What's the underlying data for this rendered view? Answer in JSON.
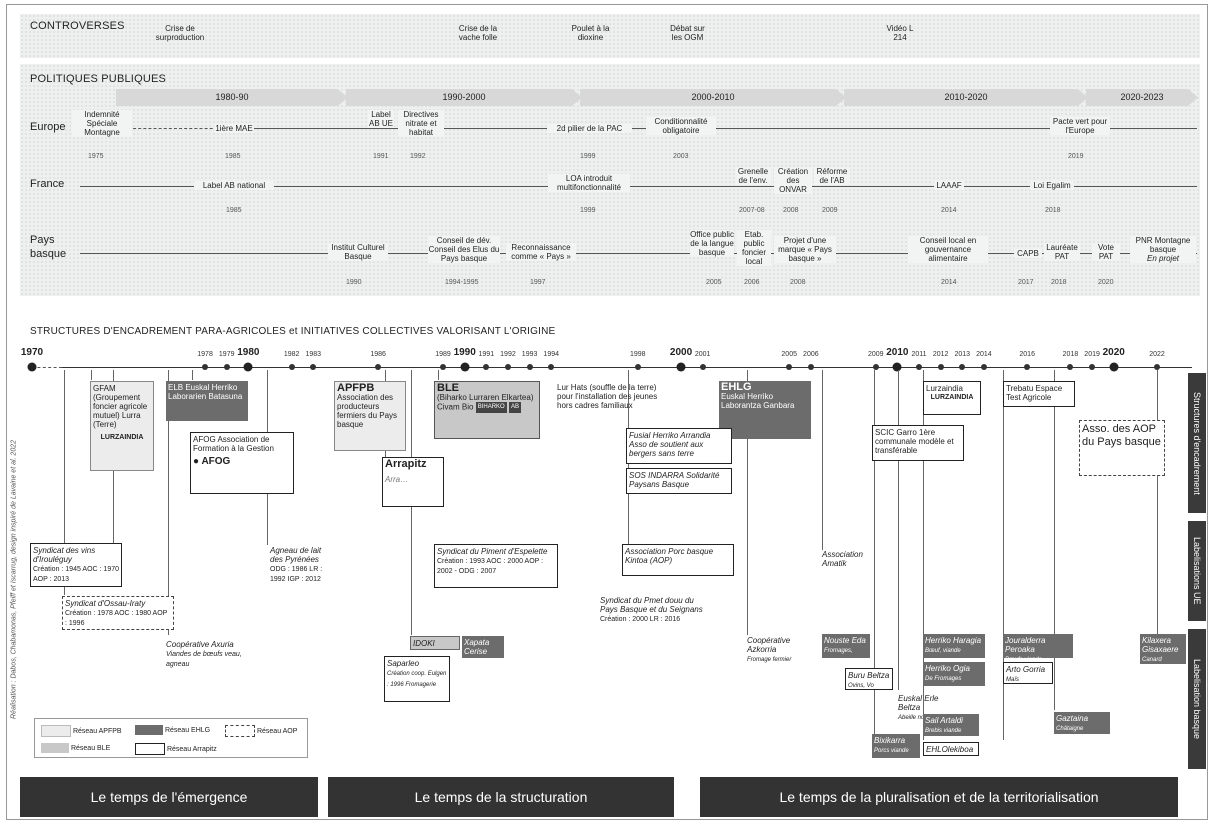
{
  "sections": {
    "controverses": "CONTROVERSES",
    "politiques": "POLITIQUES PUBLIQUES",
    "structures": "STRUCTURES D'ENCADREMENT PARA-AGRICOLES et INITIATIVES COLLECTIVES VALORISANT L'ORIGINE"
  },
  "controversies": [
    {
      "label": "Crise de surproduction"
    },
    {
      "label": "Crise de la vache folle"
    },
    {
      "label": "Poulet à la dioxine"
    },
    {
      "label": "Débat sur les OGM"
    },
    {
      "label": "Vidéo L 214"
    }
  ],
  "eras": [
    "1980-90",
    "1990-2000",
    "2000-2010",
    "2010-2020",
    "2020-2023"
  ],
  "rows": {
    "europe": "Europe",
    "france": "France",
    "pays_basque": "Pays basque"
  },
  "europe": [
    {
      "label": "Indemnité Spéciale Montagne",
      "year": "1975"
    },
    {
      "label": "1ière MAE",
      "year": "1985"
    },
    {
      "label": "Label AB UE",
      "year": "1991"
    },
    {
      "label": "Directives nitrate et habitat",
      "year": "1992"
    },
    {
      "label": "2d pilier de la PAC",
      "year": "1999"
    },
    {
      "label": "Conditionnalité obligatoire",
      "year": "2003"
    },
    {
      "label": "Pacte vert pour l'Europe",
      "year": "2019"
    }
  ],
  "france": [
    {
      "label": "Label AB national",
      "year": "1985"
    },
    {
      "label": "LOA introduit multifonctionnalité",
      "year": "1999"
    },
    {
      "label": "Grenelle de l'env.",
      "year": "2007-08"
    },
    {
      "label": "Création des ONVAR",
      "year": "2008"
    },
    {
      "label": "Réforme de l'AB",
      "year": "2009"
    },
    {
      "label": "LAAAF",
      "year": "2014"
    },
    {
      "label": "Loi Egalim",
      "year": "2018"
    }
  ],
  "pays_basque": [
    {
      "label": "Institut Culturel Basque",
      "year": "1990"
    },
    {
      "label": "Conseil de dév. Conseil des Elus du Pays basque",
      "year": "1994-1995"
    },
    {
      "label": "Reconnaissance comme « Pays »",
      "year": "1997"
    },
    {
      "label": "Office public de la langue basque",
      "year": "2005"
    },
    {
      "label": "Etab. public foncier local",
      "year": "2006"
    },
    {
      "label": "Projet d'une marque « Pays basque »",
      "year": "2008"
    },
    {
      "label": "Conseil local en gouvernance alimentaire",
      "year": "2014"
    },
    {
      "label": "CAPB",
      "year": "2017"
    },
    {
      "label": "Lauréate PAT",
      "year": "2018"
    },
    {
      "label": "Vote PAT",
      "year": "2020"
    },
    {
      "label": "PNR Montagne basque",
      "sub": "En projet",
      "year": ""
    }
  ],
  "timeline_years": [
    "1970",
    "1978",
    "1979",
    "1980",
    "1982",
    "1983",
    "1986",
    "1989",
    "1990",
    "1991",
    "1992",
    "1993",
    "1994",
    "1998",
    "2000",
    "2001",
    "2005",
    "2006",
    "2009",
    "2010",
    "2011",
    "2012",
    "2013",
    "2014",
    "2016",
    "2018",
    "2019",
    "2020",
    "2022"
  ],
  "structures": {
    "gfam": "GFAM (Groupement foncier agricole mutuel) Lurra (Terre)",
    "elb": "ELB Euskal Herriko Laborarien Batasuna",
    "afog": "AFOG Association de Formation à la Gestion",
    "apfpb_title": "APFPB",
    "apfpb": "Association des producteurs fermiers du Pays basque",
    "arrapitz": "Arrapitz",
    "ble_title": "BLE",
    "ble": "(Biharko Lurraren Elkartea) Civam Bio",
    "lur_hats": "Lur Hats (souffle de la terre) pour l'installation des jeunes hors cadres familiaux",
    "ehlg_title": "EHLG",
    "ehlg": "Euskal Herriko Laborantza Ganbara",
    "fusial": "Fusial Herriko Arrandia Asso de soutient aux bergers sans terre",
    "sos": "SOS INDARRA Solidarité Paysans Basque",
    "lurzaindia": "Lurzaindia",
    "scic": "SCIC Garro 1ère communale modèle et transférable",
    "trebatu": "Trebatu Espace Test Agricole",
    "aop_asso": "Asso. des AOP du Pays basque"
  },
  "labels": {
    "irouleguy": "Syndicat des vins d'Irouléguy",
    "irouleguy_d": "Création : 1945 AOC : 1970 AOP : 2013",
    "ossau": "Syndicat d'Ossau-Iraty",
    "ossau_d": "Création : 1978 AOC : 1980 AOP : 1996",
    "axuria": "Coopérative Axuria",
    "axuria_d": "Viandes de bœufs veau, agneau",
    "agneau": "Agneau de lait des Pyrénées",
    "agneau_d": "ODG : 1986 LR : 1992 IGP : 2012",
    "piment": "Syndicat du Piment d'Espelette",
    "piment_d": "Création : 1993 AOC : 2000 AOP : 2002 - ODG : 2007",
    "porc": "Association Porc basque Kintoa (AOP)",
    "porc_stat": "Syndicat du Pmet douu du Pays Basque et du Seignans",
    "porc_stat_d": "Création : 2000 LR : 2016",
    "idoki": "IDOKI",
    "xapata": "Xapata Cerise",
    "saparleo": "Saparleo",
    "saparleo_d": "Création coop. Eulgen : 1996 Fromagerie",
    "azkorria": "Coopérative Azkorria",
    "azkorria_d": "Fromage fermier",
    "amatik": "Association Amatik",
    "nouste": "Nouste Eda",
    "nouste_d": "Fromages, Ovins",
    "buru": "Buru Beltza",
    "buru_d": "Ovins, Vo",
    "euskal": "Euskal Erle Beltza",
    "euskal_d": "Abeille noire",
    "bixikarra": "Bixikarra",
    "bixikarra_d": "Porcs viande",
    "herriko": "Herriko Haragia",
    "herriko_d": "Bœuf, viande",
    "herriko2": "Herriko Ogia",
    "herriko2_d": "De Fromages",
    "sail": "Sail Artaldi",
    "sail_d": "Brebis viande",
    "ehl": "EHLOlekiboa",
    "jouralderra": "Jouralderra Peroaka",
    "jouralderra_d": "Bœufs viande",
    "arto": "Arto Gorria",
    "arto_d": "Maïs",
    "gaztaina": "Gaztaina",
    "gaztaina_d": "Châtaigne",
    "kilaxera": "Kilaxera Gisaxaere",
    "kilaxera_d": "Canard"
  },
  "legend": {
    "apfpb": "Réseau APFPB",
    "ehlg": "Réseau EHLG",
    "aop": "Réseau AOP",
    "ble": "Réseau BLE",
    "arrapitz": "Réseau Arrapitz"
  },
  "side_labels": [
    "Structures d'encadrement",
    "Labelisations UE",
    "Labelisation basque"
  ],
  "credit": "Réalisation : Dabos, Chabamonas, Pfeiff et Iscarrug, design inspiré de Lavaine et al. 2022",
  "phases": [
    "Le temps de l'émergence",
    "Le temps de la structuration",
    "Le temps de la pluralisation et de la territorialisation"
  ]
}
